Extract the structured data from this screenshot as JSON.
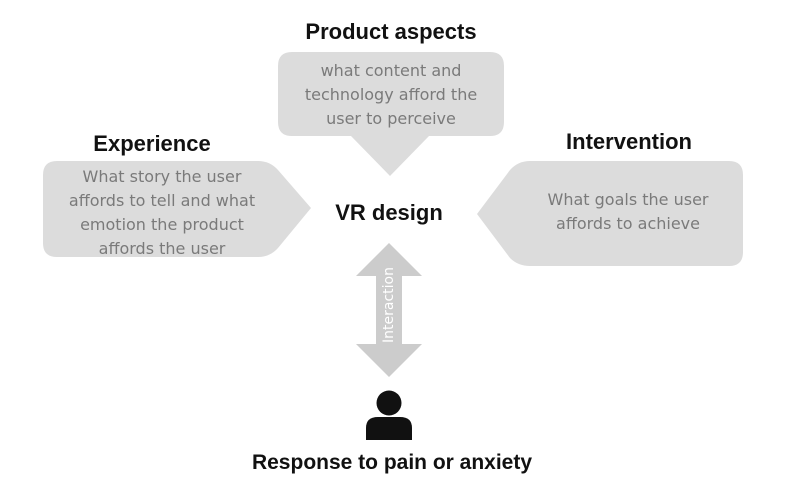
{
  "diagram": {
    "center_label": "VR design",
    "product_aspects": {
      "title": "Product aspects",
      "lines": [
        "what content and",
        "technology afford the",
        "user to perceive"
      ]
    },
    "experience": {
      "title": "Experience",
      "lines": [
        "What story the user",
        "affords to tell and what",
        "emotion the product",
        "affords the user"
      ]
    },
    "intervention": {
      "title": "Intervention",
      "lines": [
        "What goals the user",
        "affords to achieve"
      ]
    },
    "interaction_label": "Interaction",
    "bottom_label": "Response to pain or anxiety",
    "person_icon": "person-icon",
    "colors": {
      "callout_fill": "#dcdcdc",
      "callout_text": "#7a7a7a",
      "arrow_fill": "#cccccc",
      "title_text": "#111111"
    }
  }
}
